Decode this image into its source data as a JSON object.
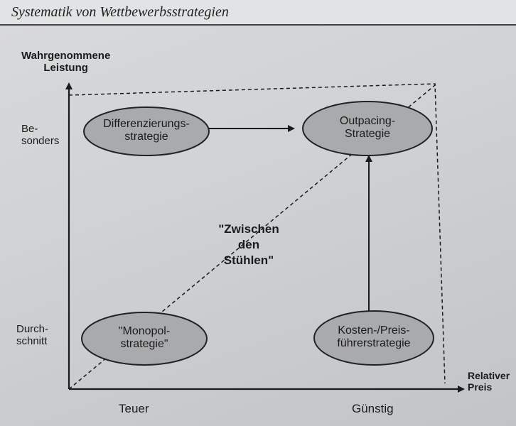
{
  "header": {
    "title": "Systematik von Wettbewerbsstrategien"
  },
  "axes": {
    "y_label": "Wahrgenommene\nLeistung",
    "x_label": "Relativer\nPreis",
    "y_ticks": {
      "top": "Be-\nsonders",
      "bottom": "Durch-\nschnitt"
    },
    "x_ticks": {
      "left": "Teuer",
      "right": "Günstig"
    }
  },
  "nodes": {
    "differenzierung": "Differenzierungs-\nstrategie",
    "outpacing": "Outpacing-\nStrategie",
    "monopol": "\"Monopol-\nstrategie\"",
    "kostenfuehrer": "Kosten-/Preis-\nführerstrategie"
  },
  "center_label": "\"Zwischen\nden\nStühlen\"",
  "colors": {
    "ellipse_fill": "#a9aaac",
    "ellipse_stroke": "#222222",
    "line": "#1a1a1a"
  }
}
